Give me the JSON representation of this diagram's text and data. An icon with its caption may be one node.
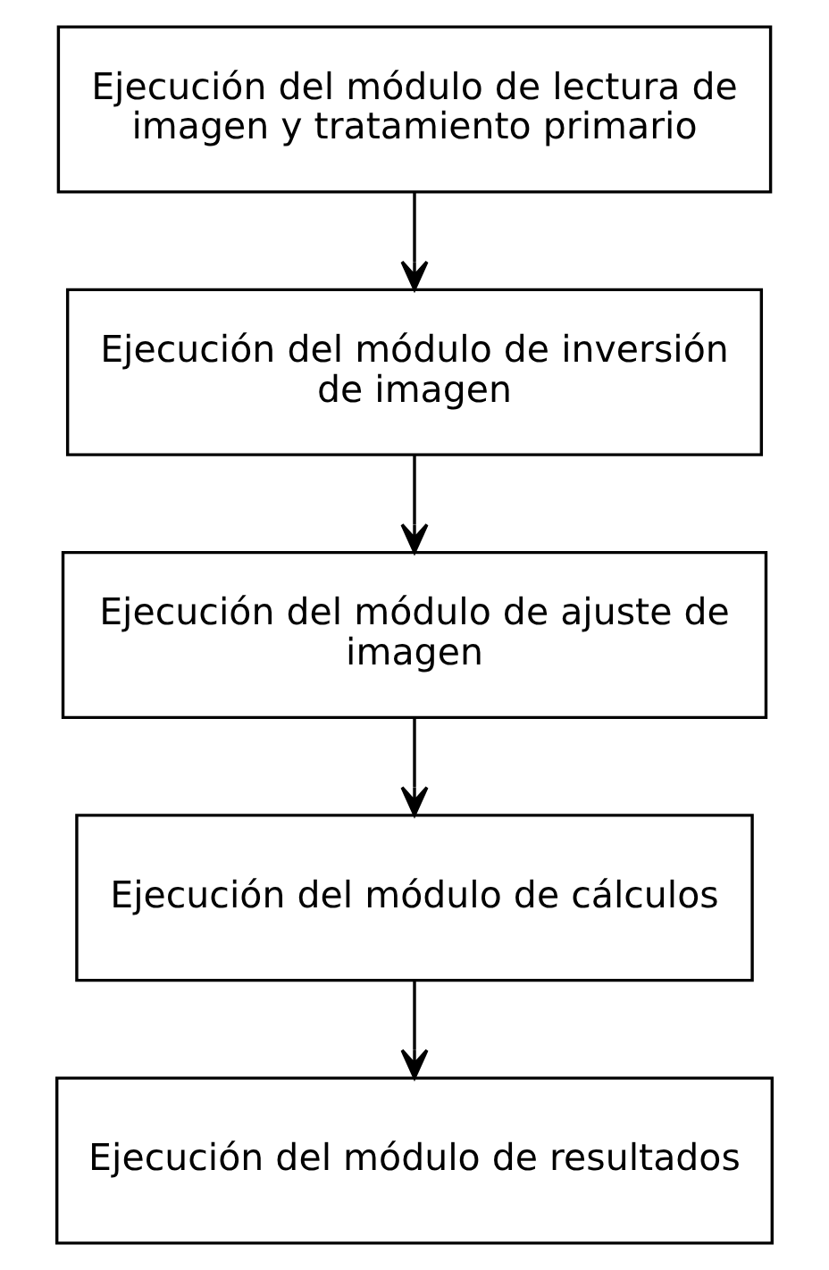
{
  "diagram": {
    "nodes": [
      {
        "text": [
          "Ejecución del módulo de lectura de imagen y tratamiento primario"
        ]
      },
      {
        "text": [
          "Ejecución del módulo de inversión de imagen"
        ]
      },
      {
        "text": [
          "Ejecución del módulo de ajuste de imagen"
        ]
      },
      {
        "text": [
          "Ejecución del módulo de cálculos"
        ]
      },
      {
        "text": [
          "Ejecución del módulo de resultados"
        ]
      }
    ],
    "edges": [
      {
        "from": 0,
        "to": 1,
        "arrow": "to"
      },
      {
        "from": 1,
        "to": 2,
        "arrow": "to"
      },
      {
        "from": 2,
        "to": 3,
        "arrow": "to"
      },
      {
        "from": 3,
        "to": 4,
        "arrow": "to"
      }
    ]
  }
}
